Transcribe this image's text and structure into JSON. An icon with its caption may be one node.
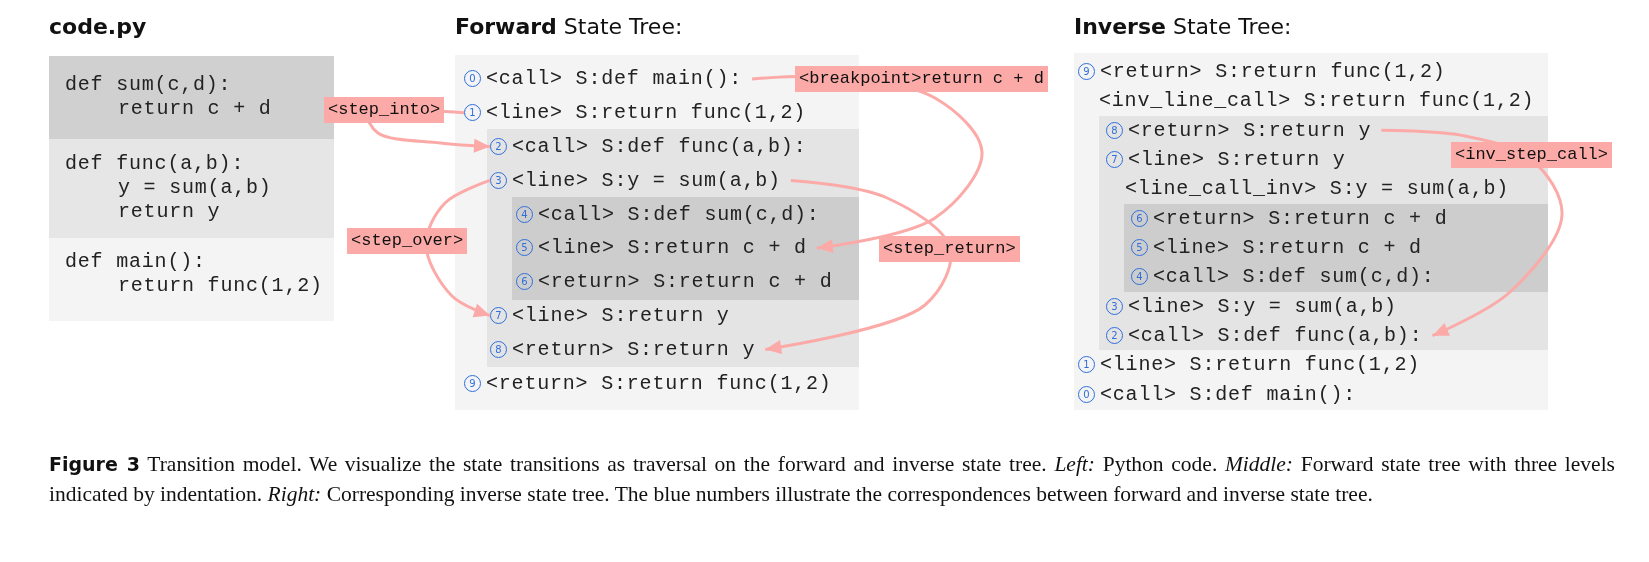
{
  "diagram": {
    "caption": "**Figure 3** Transition model. We visualize the state transitions as traversal on the forward and inverse state tree. *Left:* Python code. *Middle:* Forward state tree with three levels indicated by indentation. *Right:* Corresponding inverse state tree. The blue numbers illustrate the correspondences between forward and inverse state tree.",
    "nodes": [
      {
        "text": [
          "code.py"
        ]
      },
      {
        "text": [
          "def sum(c,d):",
          "return c + d"
        ],
        "in": 0
      },
      {
        "text": [
          "def func(a,b):",
          "y = sum(a,b)",
          "return y"
        ],
        "in": 0
      },
      {
        "text": [
          "def main():",
          "return func(1,2)"
        ],
        "in": 0
      },
      {
        "text": [
          "**Forward** State Tree:"
        ]
      },
      {
        "text": [
          "0",
          "<call> S:def main():"
        ],
        "in": 4
      },
      {
        "text": [
          "1",
          "<line> S:return func(1,2)"
        ],
        "in": 4
      },
      {
        "text": [],
        "shape": "box",
        "in": 4
      },
      {
        "text": [
          "2",
          "<call> S:def func(a,b):"
        ],
        "in": 7
      },
      {
        "text": [
          "3",
          "<line> S:y = sum(a,b)"
        ],
        "in": 7
      },
      {
        "text": [],
        "shape": "box",
        "in": 7
      },
      {
        "text": [
          "4",
          "<call> S:def sum(c,d):"
        ],
        "in": 10
      },
      {
        "text": [
          "5",
          "<line> S:return c + d"
        ],
        "in": 10
      },
      {
        "text": [
          "6",
          "<return> S:return c + d"
        ],
        "in": 10
      },
      {
        "text": [
          "7",
          "<line> S:return y"
        ],
        "in": 7
      },
      {
        "text": [
          "8",
          "<return> S:return y"
        ],
        "in": 7
      },
      {
        "text": [
          "9",
          "<return> S:return func(1,2)"
        ],
        "in": 4
      },
      {
        "text": [
          "**Inverse** State Tree:"
        ]
      },
      {
        "text": [
          "9",
          "<return> S:return func(1,2)"
        ],
        "in": 17
      },
      {
        "text": [
          "<inv_line_call> S:return func(1,2)"
        ],
        "in": 17
      },
      {
        "text": [],
        "shape": "box",
        "in": 17
      },
      {
        "text": [
          "8",
          "<return> S:return y"
        ],
        "in": 20
      },
      {
        "text": [
          "7",
          "<line> S:return y"
        ],
        "in": 20
      },
      {
        "text": [
          "<line_call_inv> S:y = sum(a,b)"
        ],
        "in": 20
      },
      {
        "text": [],
        "shape": "box",
        "in": 20
      },
      {
        "text": [
          "6",
          "<return> S:return c + d"
        ],
        "in": 24
      },
      {
        "text": [
          "5",
          "<line> S:return c + d"
        ],
        "in": 24
      },
      {
        "text": [
          "4",
          "<call> S:def sum(c,d):"
        ],
        "in": 24
      },
      {
        "text": [
          "3",
          "<line> S:y = sum(a,b)"
        ],
        "in": 20
      },
      {
        "text": [
          "2",
          "<call> S:def func(a,b):"
        ],
        "in": 20
      },
      {
        "text": [
          "1",
          "<line> S:return func(1,2)"
        ],
        "in": 17
      },
      {
        "text": [
          "0",
          "<call> S:def main():"
        ],
        "in": 17
      }
    ],
    "edges": [
      {
        "from": 6,
        "to": 8,
        "arrow": "to",
        "label": "<step_into>"
      },
      {
        "from": 5,
        "to": 12,
        "arrow": "to",
        "label": "<breakpoint>return c + d"
      },
      {
        "from": 9,
        "to": 14,
        "arrow": "to",
        "label": "<step_over>"
      },
      {
        "from": 9,
        "to": 15,
        "arrow": "to",
        "label": "<step_return>"
      },
      {
        "from": 21,
        "to": 29,
        "arrow": "to",
        "label": "<inv_step_call>"
      }
    ]
  }
}
